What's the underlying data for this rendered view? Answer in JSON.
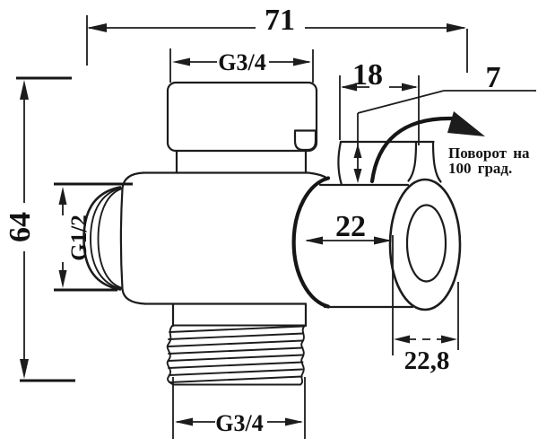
{
  "dimensions": {
    "overall_width": "71",
    "overall_height": "64",
    "top_thread": "G3/4",
    "inlet_thread": "G1/2",
    "bottom_thread": "G3/4",
    "nut_flat_width": "18",
    "shoulder_height": "7",
    "outlet_length": "22",
    "flange_width": "22,8"
  },
  "annotations": {
    "rotation_line1": "Поворот на",
    "rotation_line2": "100 град."
  },
  "colors": {
    "line": "#1c1c1c",
    "background": "#ffffff"
  }
}
